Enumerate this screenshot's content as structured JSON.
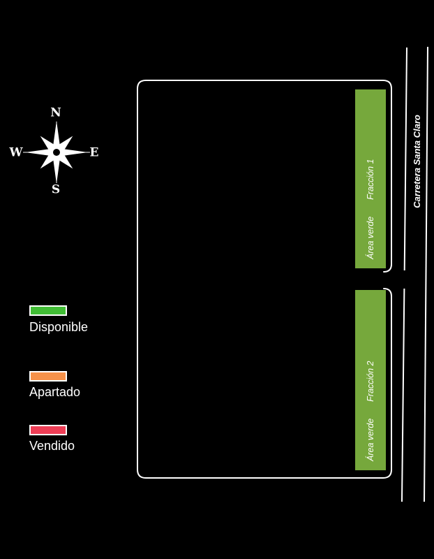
{
  "compass": {
    "north": "N",
    "south": "S",
    "east": "E",
    "west": "W"
  },
  "legend": {
    "items": [
      {
        "label": "Disponible",
        "color": "#41bd35"
      },
      {
        "label": "Apartado",
        "color": "#f5914a"
      },
      {
        "label": "Vendido",
        "color": "#ee3e56"
      }
    ]
  },
  "map": {
    "road": {
      "label": "Carretera Santa Claro"
    },
    "fractions": [
      {
        "area_label": "Área verde",
        "name": "Fracción 1",
        "color": "#76a83c"
      },
      {
        "area_label": "Área verde",
        "name": "Fracción 2",
        "color": "#76a83c"
      }
    ]
  },
  "colors": {
    "background": "#000000",
    "outline": "#ffffff",
    "green_area": "#76a83c"
  }
}
